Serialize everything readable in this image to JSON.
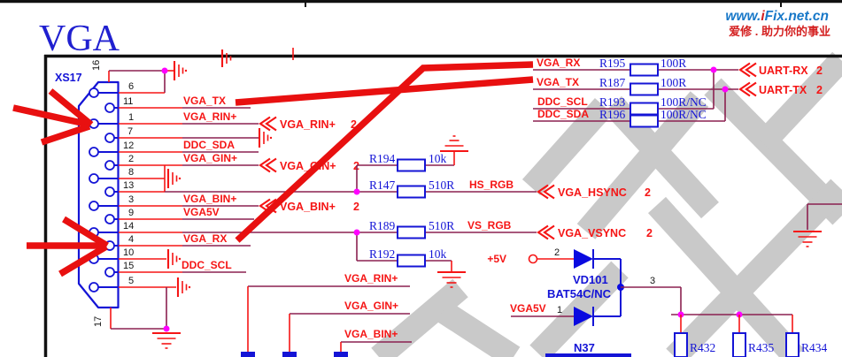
{
  "page": {
    "title": "VGA"
  },
  "brand": {
    "url_prefix": "www.",
    "url_accent": "i",
    "url_rest": "Fix.net.cn",
    "slogan": "爱修 . 助力你的事业"
  },
  "connector": {
    "ref": "XS17",
    "pins": [
      "16",
      "6",
      "11",
      "1",
      "7",
      "12",
      "2",
      "8",
      "13",
      "3",
      "9",
      "14",
      "4",
      "10",
      "15",
      "5",
      "17"
    ]
  },
  "nets": {
    "vga_tx": "VGA_TX",
    "vga_rin": "VGA_RIN+",
    "ddc_sda": "DDC_SDA",
    "vga_gin": "VGA_GIN+",
    "vga_bin": "VGA_BIN+",
    "vga5v": "VGA5V",
    "vga_rx": "VGA_RX",
    "ddc_scl": "DDC_SCL",
    "hs_rgb": "HS_RGB",
    "vs_rgb": "VS_RGB",
    "plus5v": "+5V",
    "vga5v_diode": "VGA5V",
    "vga_rx_top": "VGA_RX",
    "vga_tx_top": "VGA_TX",
    "ddc_scl_top": "DDC_SCL",
    "ddc_sda_top": "DDC_SDA",
    "vga_rin_bottom": "VGA_RIN+",
    "vga_gin_bottom": "VGA_GIN+",
    "vga_bin_bottom": "VGA_BIN+"
  },
  "ports": {
    "vga_rin": {
      "label": "VGA_RIN+",
      "page": "2"
    },
    "vga_gin": {
      "label": "VGA_GIN+",
      "page": "2"
    },
    "vga_bin": {
      "label": "VGA_BIN+",
      "page": "2"
    },
    "vga_hsync": {
      "label": "VGA_HSYNC",
      "page": "2"
    },
    "vga_vsync": {
      "label": "VGA_VSYNC",
      "page": "2"
    },
    "uart_rx": {
      "label": "UART-RX",
      "page": "2"
    },
    "uart_tx": {
      "label": "UART-TX",
      "page": "2"
    }
  },
  "resistors": {
    "r195": {
      "ref": "R195",
      "value": "100R"
    },
    "r187": {
      "ref": "R187",
      "value": "100R"
    },
    "r193": {
      "ref": "R193",
      "value": "100R/NC"
    },
    "r196": {
      "ref": "R196",
      "value": "100R/NC"
    },
    "r194": {
      "ref": "R194",
      "value": "10k"
    },
    "r147": {
      "ref": "R147",
      "value": "510R"
    },
    "r189": {
      "ref": "R189",
      "value": "510R"
    },
    "r192": {
      "ref": "R192",
      "value": "10k"
    },
    "r432": {
      "ref": "R432"
    },
    "r435": {
      "ref": "R435"
    },
    "r434": {
      "ref": "R434"
    }
  },
  "diode": {
    "ref": "VD101",
    "part": "BAT54C/NC",
    "pin_anode_top": "2",
    "pin_anode_bottom": "1",
    "pin_cathode": "3"
  },
  "ic": {
    "ref": "N37"
  },
  "colors": {
    "net_wire": "#8b2150",
    "signal_red": "#f51515",
    "component_blue": "#1414d6",
    "junction_magenta": "#ff00ff",
    "annotation_red": "#e81010",
    "watermark_gray": "#c9c9c9",
    "brand_blue": "#1878c8",
    "brand_red": "#d42020",
    "title_blue": "#2020d0"
  }
}
